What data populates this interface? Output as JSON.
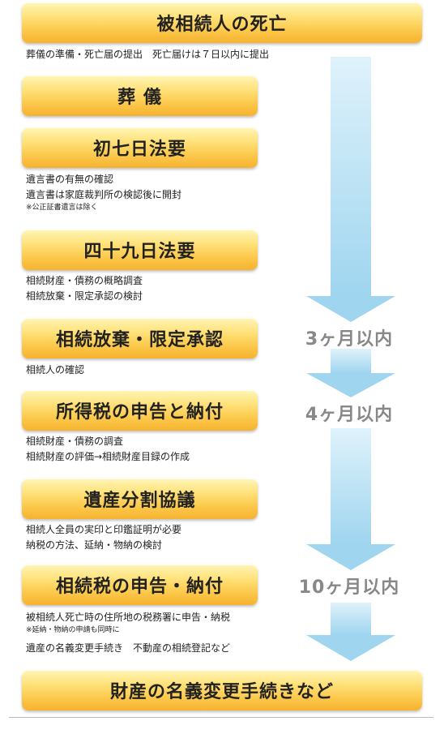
{
  "steps": {
    "s1": "被相続人の死亡",
    "s2": "葬 儀",
    "s3": "初七日法要",
    "s4": "四十九日法要",
    "s5": "相続放棄・限定承認",
    "s6": "所得税の申告と納付",
    "s7": "遺産分割協議",
    "s8": "相続税の申告・納付",
    "s9": "財産の名義変更手続きなど"
  },
  "notes": {
    "n1": "葬儀の準備・死亡届の提出　死亡届けは７日以内に提出",
    "n3a": "遺言書の有無の確認",
    "n3b": "遺言書は家庭裁判所の検認後に開封",
    "n3c": "※公正証書遺言は除く",
    "n4a": "相続財産・債務の概略調査",
    "n4b": "相続放棄・限定承認の検討",
    "n5": "相続人の確認",
    "n6a": "相続財産・債務の調査",
    "n6b": "相続財産の評価→相続財産目録の作成",
    "n7a": "相続人全員の実印と印鑑証明が必要",
    "n7b": "納税の方法、延納・物納の検討",
    "n8a": "被相続人死亡時の住所地の税務署に申告・納税",
    "n8b": "※延納・物納の申請も同時に",
    "n8c": "遺産の名義変更手続き　不動産の相続登記など"
  },
  "periods": {
    "p1": "3ヶ月以内",
    "p2": "4ヶ月以内",
    "p3": "10ヶ月以内"
  },
  "colors": {
    "bar_top": "#fff6b8",
    "bar_bottom": "#f6b230",
    "arrow_light": "#dff2fb",
    "arrow_dark": "#9fd5ef",
    "period_text": "#888888"
  }
}
